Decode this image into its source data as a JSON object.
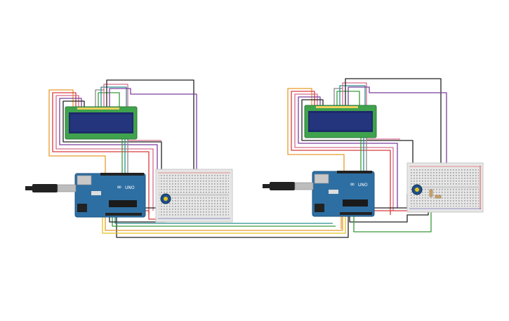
{
  "canvas": {
    "background": "#ffffff"
  },
  "circuits": [
    {
      "id": "left",
      "board_label": "UNO",
      "arduino_logo": "∞"
    },
    {
      "id": "right",
      "board_label": "UNO",
      "arduino_logo": "∞"
    }
  ],
  "colors": {
    "arduino_board": "#2e6fa3",
    "arduino_board_dark": "#1f5680",
    "lcd_pcb": "#3fa34d",
    "lcd_screen": "#1d2a6a",
    "breadboard": "#e6e6e6",
    "breadboard_rail_red": "#d33",
    "breadboard_rail_blue": "#339",
    "potentiometer": "#1f4f8a",
    "usb_plug": "#222222",
    "wire_orange": "#e89a2c",
    "wire_red": "#d93b3b",
    "wire_pink": "#d86a8a",
    "wire_purple": "#7b3f9e",
    "wire_black": "#222222",
    "wire_gray": "#888888",
    "wire_green": "#3a9a3a",
    "wire_yellow": "#e6c21a",
    "wire_teal": "#2a8f8f"
  },
  "icons": [
    "usb-plug-icon",
    "arduino-logo-icon",
    "potentiometer-icon",
    "lcd-display-icon",
    "breadboard-icon"
  ]
}
